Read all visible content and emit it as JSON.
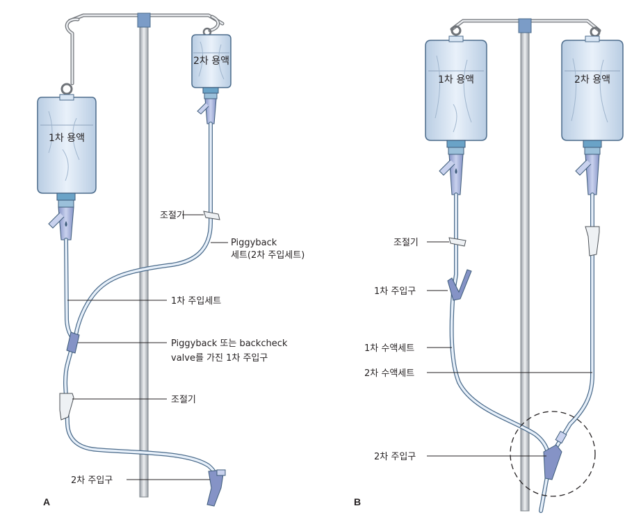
{
  "panels": {
    "a": {
      "letter": "A",
      "primary_bag_label": "1차 용액",
      "secondary_bag_label": "2차 용액",
      "labels": {
        "clamp_top": "조절기",
        "piggyback_line1": "Piggyback",
        "piggyback_line2": "세트(2차 주입세트)",
        "primary_set": "1차 주입세트",
        "valve_line1": "Piggyback 또는 backcheck",
        "valve_line2": "valve를 가진 1차 주입구",
        "clamp_lower": "조절기",
        "secondary_port": "2차 주입구"
      }
    },
    "b": {
      "letter": "B",
      "primary_bag_label": "1차 용액",
      "secondary_bag_label": "2차 용액",
      "labels": {
        "clamp": "조절기",
        "primary_port": "1차 주입구",
        "primary_set": "1차 수액세트",
        "secondary_set": "2차 수액세트",
        "secondary_port": "2차 주입구"
      }
    }
  },
  "colors": {
    "pole": "#c7ccd2",
    "pole_cap": "#7b9cc7",
    "bag_fill": "#d9e6f4",
    "tube": "#4a6a8a",
    "spike": "#9aa9d6",
    "leader": "#231f20"
  }
}
